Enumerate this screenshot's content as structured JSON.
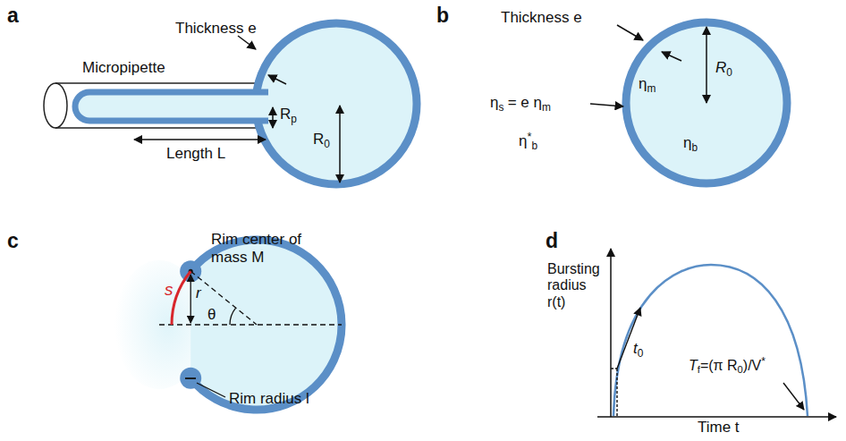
{
  "diagram": {
    "labels": [
      "a",
      "Thickness e",
      "Micropipette",
      "R",
      "p",
      "Length L",
      "R",
      "0",
      "b",
      "Thickness e",
      "η",
      "m",
      "R",
      "0",
      "η",
      "s",
      "= e η",
      "m",
      "η",
      "*",
      "b",
      "η",
      "b",
      "c",
      "Rim center of mass M",
      "r",
      "θ",
      "s",
      "Rim radius l",
      "d",
      "Bursting radius r(t)",
      "t",
      "0",
      "Time t",
      "T",
      "f",
      "=(π R",
      "0",
      ")/V",
      "*"
    ]
  }
}
